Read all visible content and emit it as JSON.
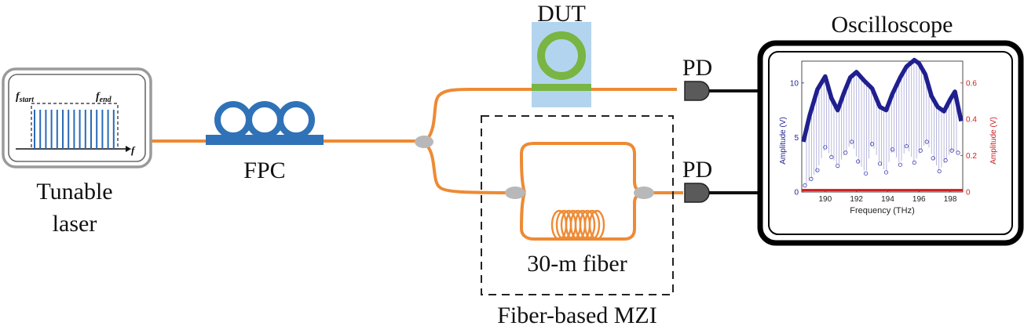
{
  "colors": {
    "fiber": "#ee8a34",
    "fpc": "#2f72b8",
    "dut_bg": "#b3d4ee",
    "ring": "#78b542",
    "pd": "#5a5a5a",
    "plot_blue": "#1f1f8f",
    "plot_red": "#cc1f1f",
    "splitter": "#b8b8b8"
  },
  "laser": {
    "name": "Tunable laser",
    "line1": "Tunable",
    "line2": "laser",
    "f_start_main": "f",
    "f_start_sub": "start",
    "f_end_main": "f",
    "f_end_sub": "end",
    "axis_label": "f",
    "icon": "laser-spectrum-icon"
  },
  "fpc": {
    "label": "FPC",
    "icon": "fiber-polarization-controller-icon"
  },
  "dut": {
    "label": "DUT",
    "icon": "microring-resonator-icon"
  },
  "mzi": {
    "label": "Fiber-based MZI",
    "fiber_label": "30-m fiber",
    "icon": "fiber-coil-icon"
  },
  "photodetectors": [
    {
      "label": "PD",
      "icon": "photodetector-icon"
    },
    {
      "label": "PD",
      "icon": "photodetector-icon"
    }
  ],
  "oscilloscope": {
    "title": "Oscilloscope",
    "icon": "oscilloscope-icon"
  },
  "chart_data": {
    "type": "line",
    "title": "",
    "xlabel": "Frequency (THz)",
    "ylabel_left": "Amplitude (V)",
    "ylabel_right": "Amplitude (V)",
    "xlim": [
      188.5,
      198.8
    ],
    "ylim_left": [
      0,
      12
    ],
    "ylim_right": [
      0,
      0.72
    ],
    "x_ticks": [
      190,
      192,
      194,
      196,
      198
    ],
    "y_ticks_left": [
      0,
      5,
      10
    ],
    "y_ticks_right": [
      0,
      0.2,
      0.4,
      0.6
    ],
    "grid": false,
    "series": [
      {
        "axis": "left",
        "color": "#1f1f8f",
        "x": [
          188.6,
          189.0,
          189.5,
          190.0,
          190.4,
          190.8,
          191.2,
          191.6,
          192.0,
          192.5,
          193.0,
          193.5,
          193.9,
          194.3,
          194.8,
          195.2,
          195.7,
          196.0,
          196.4,
          196.8,
          197.2,
          197.6,
          198.0,
          198.3,
          198.7
        ],
        "values": [
          4.6,
          7.0,
          9.4,
          10.6,
          8.6,
          7.5,
          9.1,
          10.5,
          11.0,
          10.2,
          9.5,
          7.8,
          7.5,
          9.0,
          10.5,
          11.5,
          12.1,
          11.8,
          10.8,
          8.8,
          7.8,
          7.4,
          8.5,
          9.2,
          6.5
        ]
      },
      {
        "axis": "left",
        "color": "#3a3ab0",
        "x": [
          188.7,
          189.1,
          189.5,
          190.0,
          190.4,
          190.8,
          191.3,
          191.7,
          192.1,
          192.6,
          193.0,
          193.5,
          193.9,
          194.3,
          194.8,
          195.2,
          195.7,
          196.1,
          196.5,
          196.9,
          197.3,
          197.7,
          198.1,
          198.5
        ],
        "values": [
          0.6,
          1.2,
          2.0,
          4.1,
          3.2,
          2.4,
          3.6,
          4.6,
          2.8,
          1.7,
          4.4,
          2.6,
          1.8,
          3.9,
          2.5,
          4.2,
          2.7,
          3.8,
          4.6,
          3.1,
          1.9,
          2.9,
          3.8,
          3.6
        ]
      },
      {
        "axis": "right",
        "color": "#cc1f1f",
        "x": [
          188.5,
          198.8
        ],
        "values": [
          0.01,
          0.01
        ]
      }
    ]
  }
}
